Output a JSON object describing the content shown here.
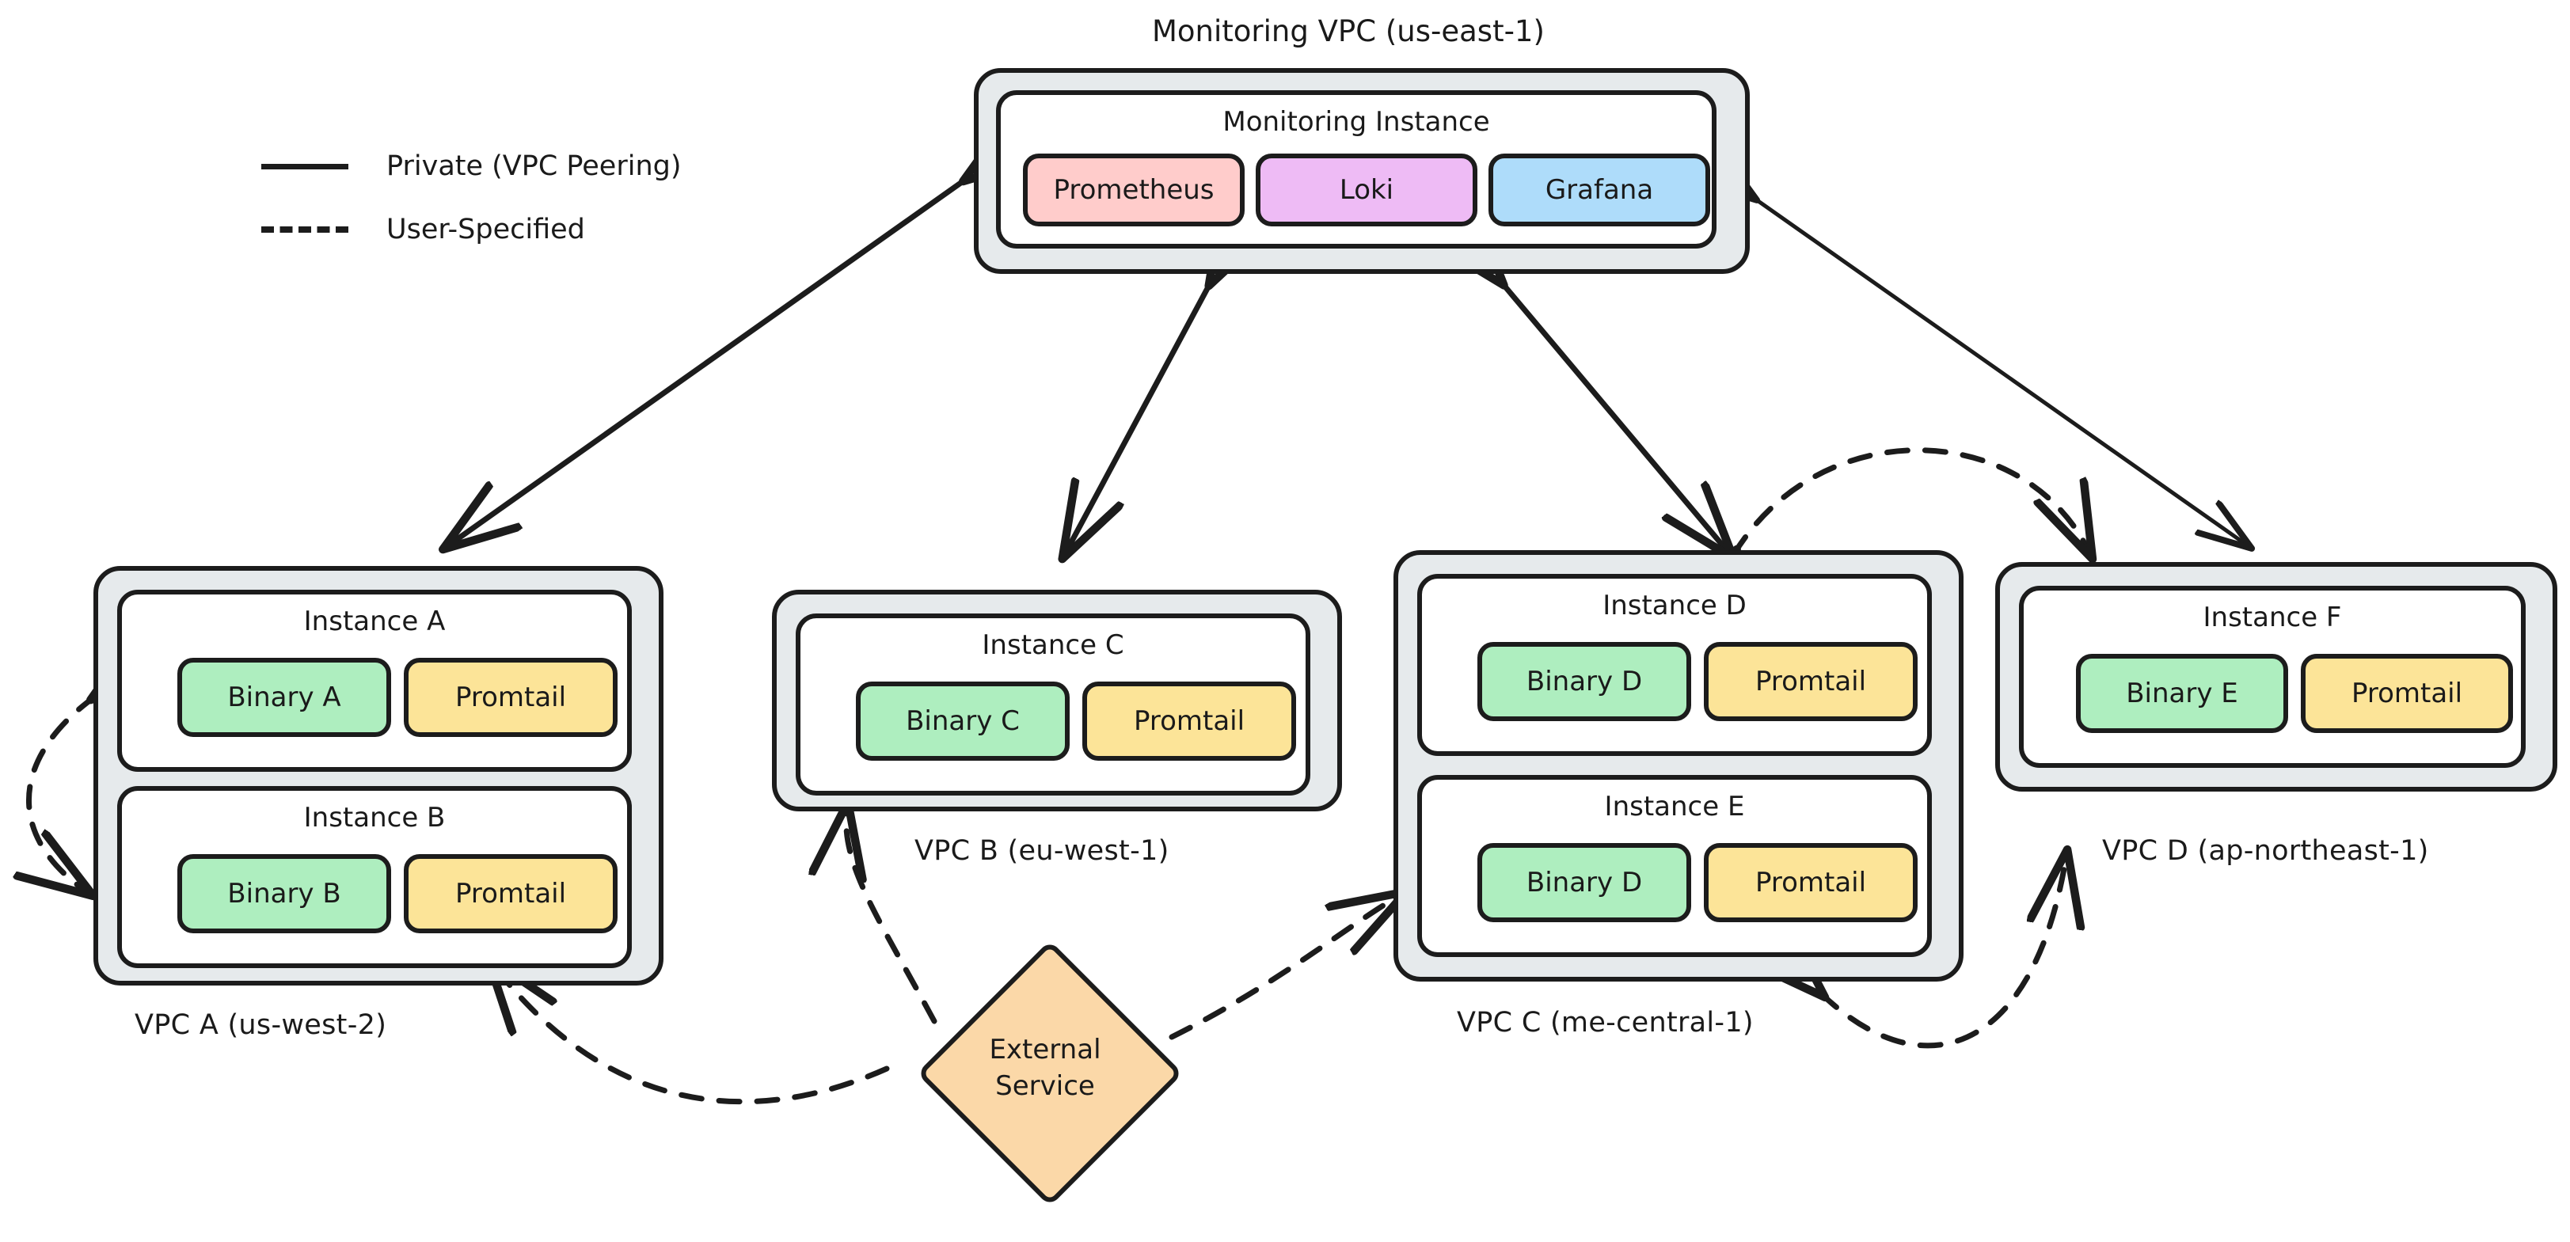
{
  "title": "Monitoring VPC (us-east-1)",
  "legend": {
    "items": [
      {
        "style": "solid",
        "label": "Private (VPC Peering)"
      },
      {
        "style": "dashed",
        "label": "User-Specified"
      }
    ]
  },
  "monitoring": {
    "instance_title": "Monitoring Instance",
    "services": [
      {
        "label": "Prometheus",
        "color": "#ffcccb"
      },
      {
        "label": "Loki",
        "color": "#eebbf5"
      },
      {
        "label": "Grafana",
        "color": "#aedcfa"
      }
    ]
  },
  "vpcs": [
    {
      "id": "vpc-a",
      "label": "VPC A (us-west-2)",
      "instances": [
        {
          "title": "Instance A",
          "services": [
            {
              "label": "Binary A",
              "color": "#aeeebf"
            },
            {
              "label": "Promtail",
              "color": "#fce498"
            }
          ]
        },
        {
          "title": "Instance B",
          "services": [
            {
              "label": "Binary B",
              "color": "#aeeebf"
            },
            {
              "label": "Promtail",
              "color": "#fce498"
            }
          ]
        }
      ]
    },
    {
      "id": "vpc-b",
      "label": "VPC B (eu-west-1)",
      "instances": [
        {
          "title": "Instance C",
          "services": [
            {
              "label": "Binary C",
              "color": "#aeeebf"
            },
            {
              "label": "Promtail",
              "color": "#fce498"
            }
          ]
        }
      ]
    },
    {
      "id": "vpc-c",
      "label": "VPC C (me-central-1)",
      "instances": [
        {
          "title": "Instance D",
          "services": [
            {
              "label": "Binary D",
              "color": "#aeeebf"
            },
            {
              "label": "Promtail",
              "color": "#fce498"
            }
          ]
        },
        {
          "title": "Instance E",
          "services": [
            {
              "label": "Binary D",
              "color": "#aeeebf"
            },
            {
              "label": "Promtail",
              "color": "#fce498"
            }
          ]
        }
      ]
    },
    {
      "id": "vpc-d",
      "label": "VPC D (ap-northeast-1)",
      "instances": [
        {
          "title": "Instance F",
          "services": [
            {
              "label": "Binary E",
              "color": "#aeeebf"
            },
            {
              "label": "Promtail",
              "color": "#fce498"
            }
          ]
        }
      ]
    }
  ],
  "external": {
    "line1": "External",
    "line2": "Service"
  },
  "colors": {
    "stroke": "#1c1c1c",
    "vpc_fill": "#e6eaec",
    "instance_fill": "#ffffff",
    "background": "#ffffff"
  }
}
